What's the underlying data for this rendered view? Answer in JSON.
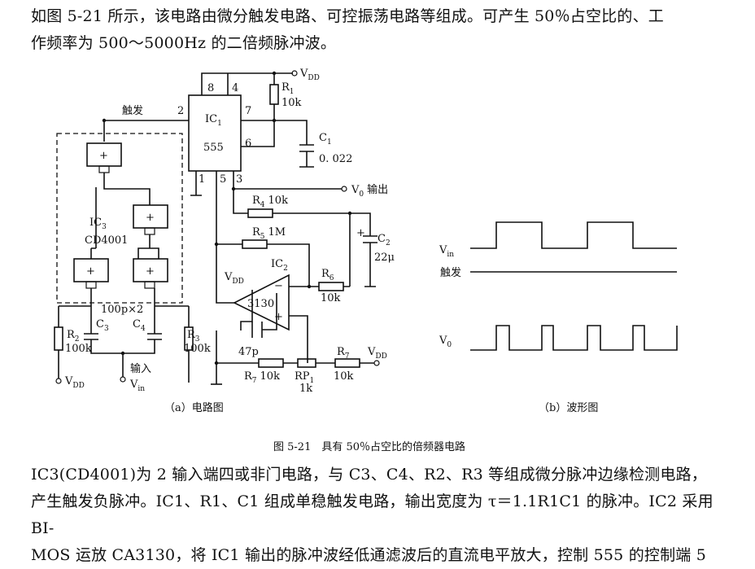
{
  "text": {
    "para1_line1": "如图 5-21 所示，该电路由微分触发电路、可控振荡电路等组成。可产生 50％占空比的、工",
    "para1_line2": "作频率为 500～5000Hz 的二倍频脉冲波。",
    "para2_line1": "IC3(CD4001)为 2 输入端四或非门电路，与 C3、C4、R2、R3 等组成微分脉冲边缘检测电路，",
    "para2_line2": "产生触发负脉冲。IC1、R1、C1 组成单稳触发电路，输出宽度为 τ＝1.1R1C1 的脉冲。IC2 采用 BI-",
    "para2_line3": "MOS 运放 CA3130，将 IC1 输出的脉冲波经低通滤波后的直流电平放大，控制 555 的控制端 5"
  },
  "figure": {
    "caption": "图 5-21　具有 50％占空比的倍频器电路",
    "sub_a": "（a）电路图",
    "sub_b": "（b）波形图"
  },
  "circuit": {
    "vdd": "V",
    "vdd_sub": "DD",
    "ic1": "IC",
    "ic1_sub": "1",
    "ic1_type": "555",
    "ic2": "IC",
    "ic2_sub": "2",
    "ic2_type": "3130",
    "ic3": "IC",
    "ic3_sub": "3",
    "ic3_type": "CD4001",
    "pin8": "8",
    "pin4": "4",
    "pin7": "7",
    "pin6": "6",
    "pin2": "2",
    "pin1": "1",
    "pin5": "5",
    "pin3": "3",
    "trigger": "触发",
    "r1": "R",
    "r1_sub": "1",
    "r1_val": "10k",
    "c1": "C",
    "c1_sub": "1",
    "c1_val": "0. 022",
    "vo": "V",
    "vo_sub": "0",
    "vo_text": "输出",
    "r4": "R",
    "r4_sub": "4",
    "r4_val": "10k",
    "r5": "R",
    "r5_sub": "5",
    "r5_val": "1M",
    "c2": "C",
    "c2_sub": "2",
    "c2_val": "22μ",
    "r6": "R",
    "r6_sub": "6",
    "r6_val": "10k",
    "c34_val": "100p×2",
    "c3": "C",
    "c3_sub": "3",
    "c4": "C",
    "c4_sub": "4",
    "r2": "R",
    "r2_sub": "2",
    "r2_val": "100k",
    "r3": "R",
    "r3_sub": "3",
    "r3_val": "100k",
    "cap47": "47p",
    "r7a": "R",
    "r7a_sub": "7",
    "r7a_val": "10k",
    "rp1": "RP",
    "rp1_sub": "1",
    "rp1_val": "1k",
    "r7b": "R",
    "r7b_sub": "7",
    "r7b_val": "10k",
    "input": "输入",
    "vin": "V",
    "vin_sub": "in",
    "plus": "+",
    "minus": "−"
  },
  "waveform": {
    "vin": "V",
    "vin_sub": "in",
    "trigger": "触发",
    "vo": "V",
    "vo_sub": "0"
  }
}
